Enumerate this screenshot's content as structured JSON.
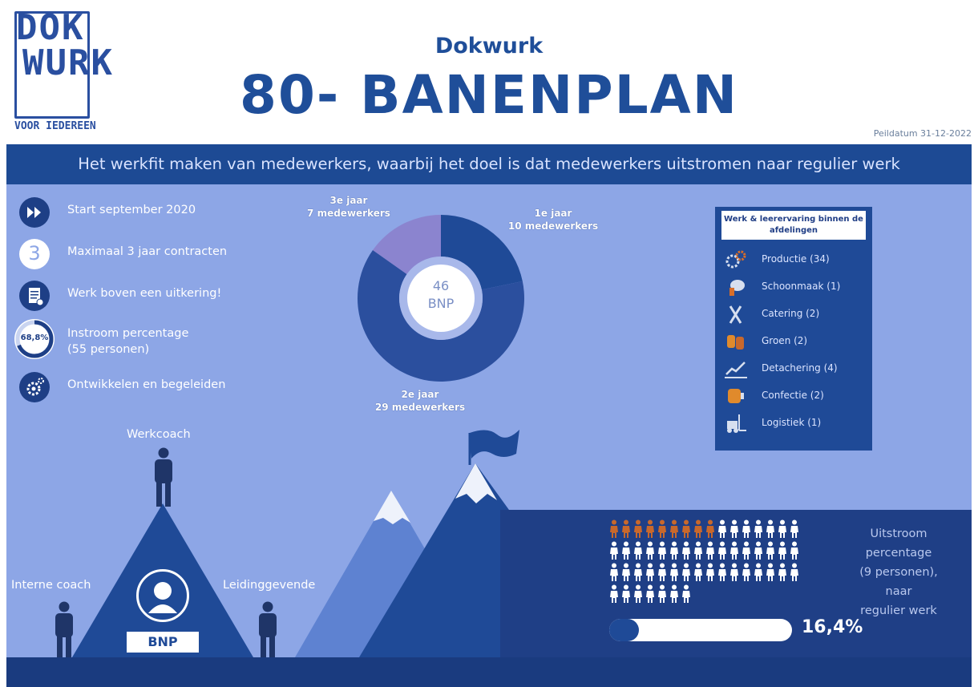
{
  "logo": {
    "line1": "DOK",
    "line2": "WURK",
    "line3": "VOOR IEDEREEN"
  },
  "header": {
    "subtitle": "Dokwurk",
    "title": "80- BANENPLAN",
    "peildatum": "Peildatum 31-12-2022"
  },
  "banner": "Het werkfit maken van medewerkers, waarbij het doel is dat medewerkers uitstromen naar regulier werk",
  "features": [
    {
      "icon": "fast-forward-icon",
      "text": "Start september 2020"
    },
    {
      "icon": "number-three-icon",
      "number": "3",
      "text": "Maximaal 3 jaar contracten"
    },
    {
      "icon": "document-check-icon",
      "text": "Werk boven een uitkering!"
    },
    {
      "icon": "percentage-ring-icon",
      "value": "68,8%",
      "fraction": 0.688,
      "text_line1": "Instroom percentage",
      "text_line2": "(55 personen)"
    },
    {
      "icon": "gears-icon",
      "text": "Ontwikkelen en begeleiden"
    }
  ],
  "donut": {
    "center_value": "46",
    "center_label": "BNP",
    "segments": [
      {
        "heading": "1e jaar",
        "sub": "10 medewerkers",
        "value": 10,
        "color": "#1f4a97"
      },
      {
        "heading": "2e jaar",
        "sub": "29 medewerkers",
        "value": 29,
        "color": "#2b4f9e"
      },
      {
        "heading": "3e jaar",
        "sub": "7 medewerkers",
        "value": 7,
        "color": "#8b84cf"
      }
    ]
  },
  "categories": {
    "heading_line1": "Werk & leerervaring binnen de",
    "heading_line2": "afdelingen",
    "items": [
      {
        "icon": "gears-orange-icon",
        "label": "Productie (34)"
      },
      {
        "icon": "cleaning-icon",
        "label": "Schoonmaak (1)"
      },
      {
        "icon": "cutlery-icon",
        "label": "Catering (2)"
      },
      {
        "icon": "gloves-icon",
        "label": "Groen (2)"
      },
      {
        "icon": "trend-chart-icon",
        "label": "Detachering (4)"
      },
      {
        "icon": "sewing-icon",
        "label": "Confectie (2)"
      },
      {
        "icon": "forklift-icon",
        "label": "Logistiek (1)"
      }
    ]
  },
  "roles": {
    "top": "Werkcoach",
    "left": "Interne coach",
    "right": "Leidinggevende",
    "center": "BNP"
  },
  "uitstroom": {
    "line1": "Uitstroom",
    "line2": "percentage",
    "line3": "(9 personen), naar",
    "line4": "regulier werk",
    "percentage": "16,4%",
    "fraction": 0.164,
    "highlighted": 9,
    "total": 55
  },
  "colors": {
    "brand": "#1f4e99",
    "panel": "#8da6e6",
    "dark": "#1f3f86",
    "accent": "#c8682c"
  }
}
